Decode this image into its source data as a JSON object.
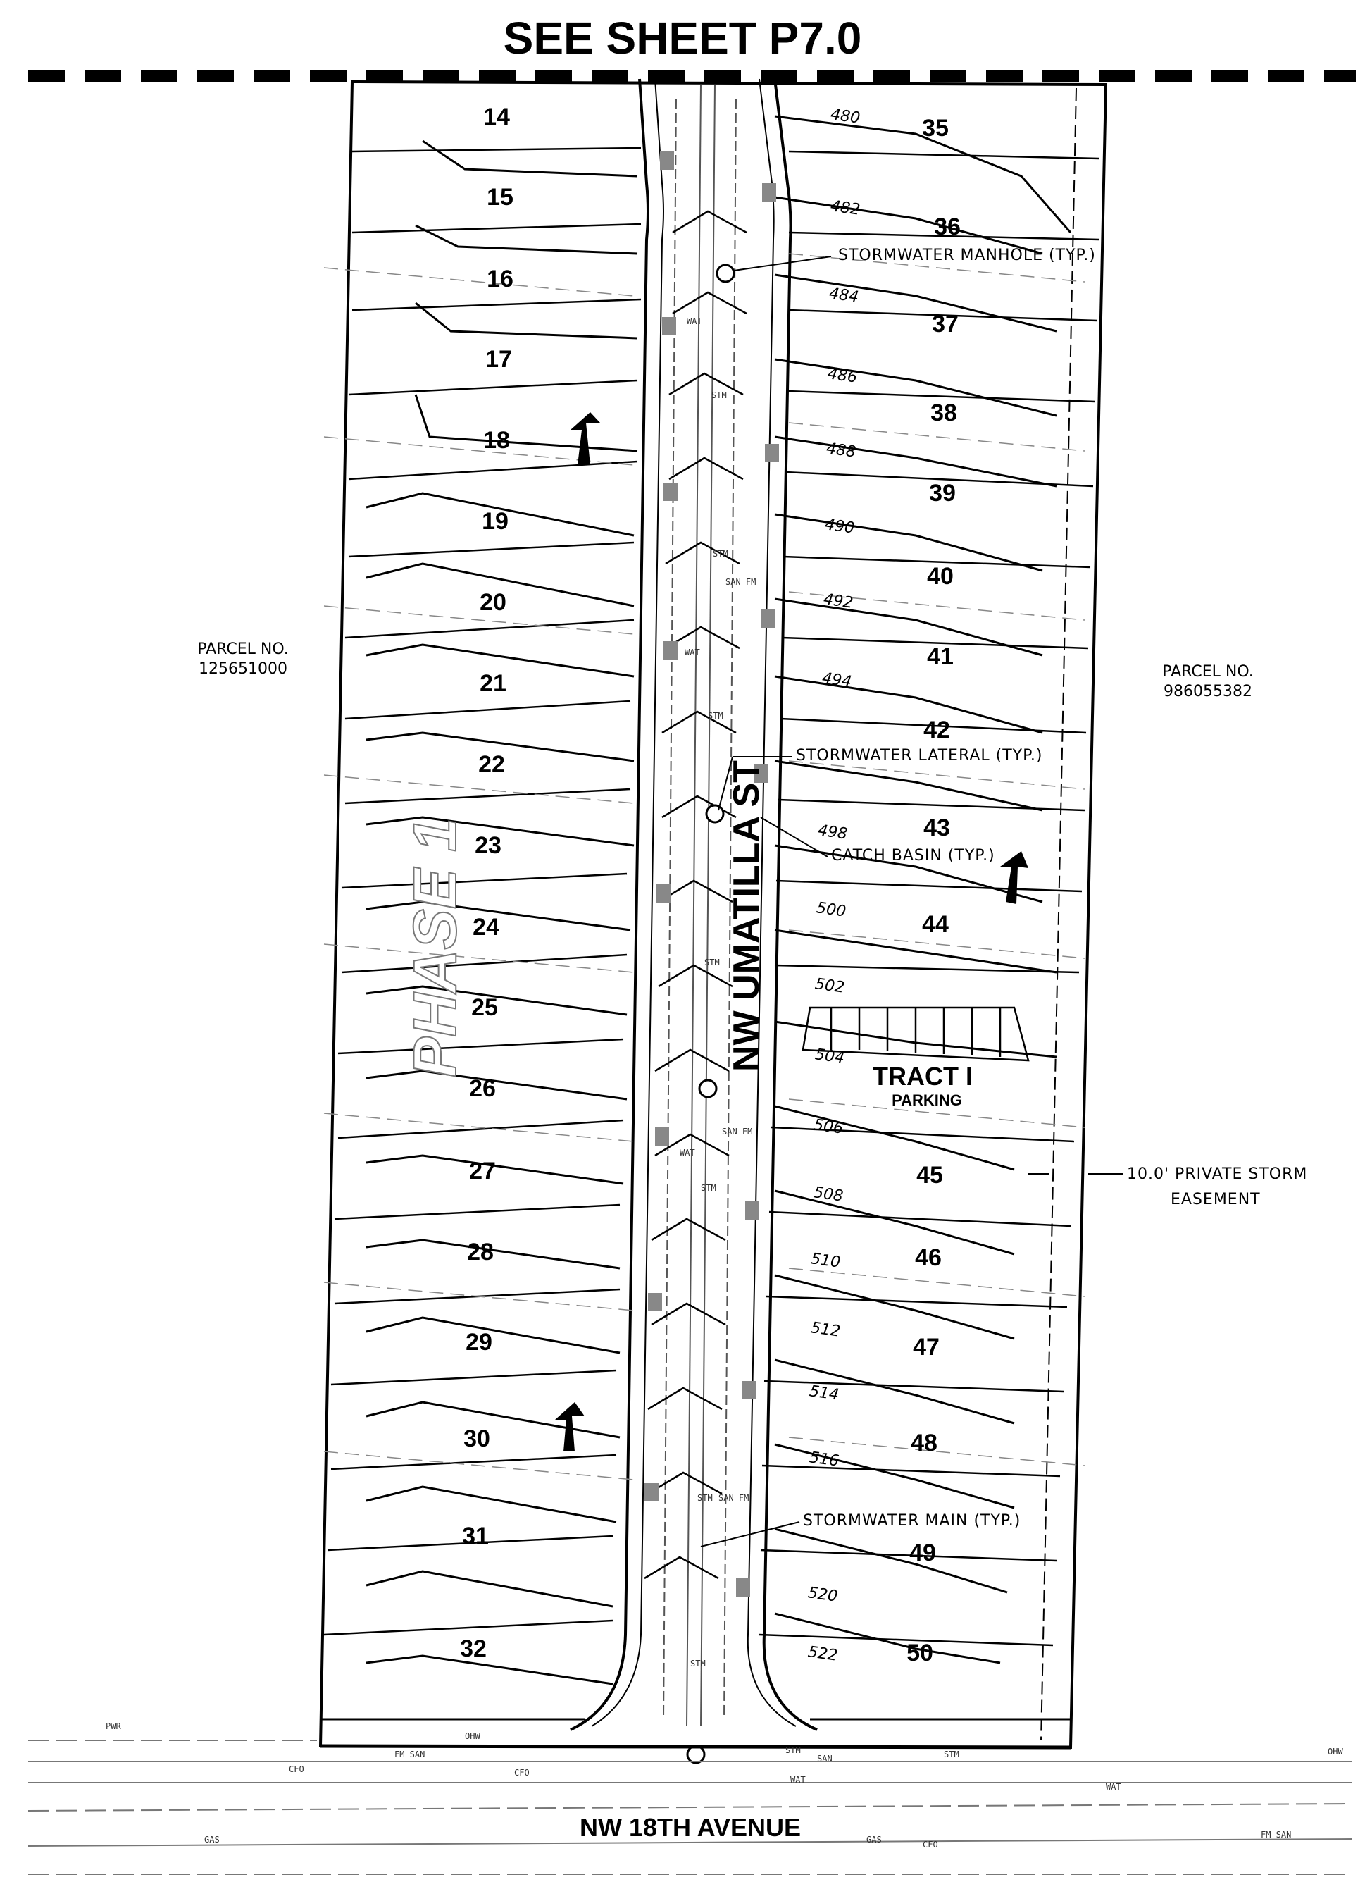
{
  "sheet_ref": "SEE SHEET P7.0",
  "parcels": [
    {
      "line1": "PARCEL NO.",
      "line2": "125651000"
    },
    {
      "line1": "PARCEL NO.",
      "line2": "986055382"
    }
  ],
  "lots_west": [
    "14",
    "15",
    "16",
    "17",
    "18",
    "19",
    "20",
    "21",
    "22",
    "23",
    "24",
    "25",
    "26",
    "27",
    "28",
    "29",
    "30",
    "31",
    "32"
  ],
  "lots_east": [
    "35",
    "36",
    "37",
    "38",
    "39",
    "40",
    "41",
    "42",
    "43",
    "44",
    "45",
    "46",
    "47",
    "48",
    "49",
    "50"
  ],
  "contours": [
    "480",
    "482",
    "484",
    "486",
    "488",
    "490",
    "492",
    "494",
    "498",
    "500",
    "502",
    "504",
    "506",
    "508",
    "510",
    "512",
    "514",
    "516",
    "520",
    "522"
  ],
  "callouts": {
    "manhole": "STORMWATER MANHOLE (TYP.)",
    "lateral": "STORMWATER LATERAL (TYP.)",
    "catch_basin": "CATCH BASIN (TYP.)",
    "storm_main": "STORMWATER MAIN (TYP.)",
    "easement_1": "10.0' PRIVATE STORM",
    "easement_2": "EASEMENT"
  },
  "street_name": "NW UMATILLA ST",
  "avenue_name": "NW 18TH AVENUE",
  "phase_label": "PHASE 1",
  "tract": {
    "name": "TRACT I",
    "use": "PARKING"
  },
  "utility_labels": {
    "storm": "STM",
    "water": "WAT",
    "sanitary_fm": "SAN FM",
    "fm_san": "FM SAN",
    "gas": "GAS",
    "fiber": "CFO",
    "overhead": "OHW",
    "power": "PWR",
    "sanitary": "SAN"
  }
}
